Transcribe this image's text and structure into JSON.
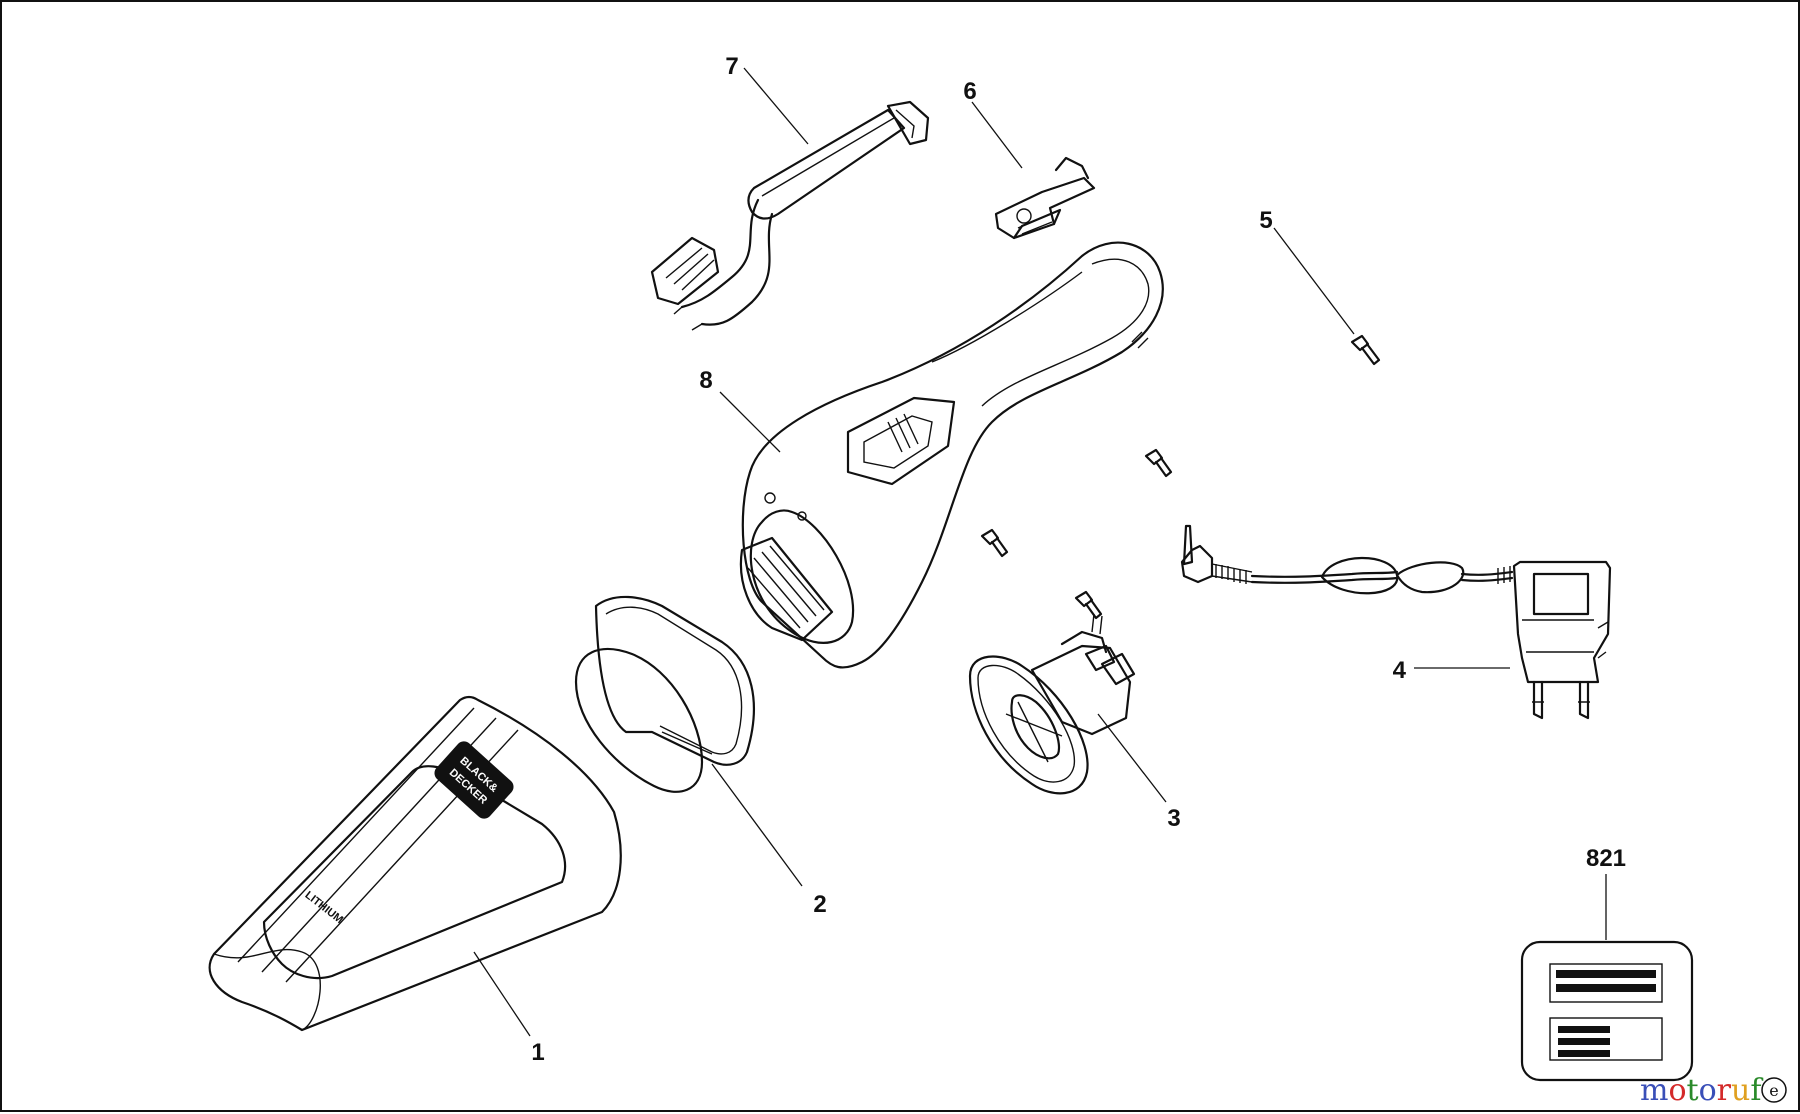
{
  "diagram": {
    "part_labels": [
      {
        "id": "1",
        "text": "1"
      },
      {
        "id": "2",
        "text": "2"
      },
      {
        "id": "3",
        "text": "3"
      },
      {
        "id": "4",
        "text": "4"
      },
      {
        "id": "5",
        "text": "5"
      },
      {
        "id": "6",
        "text": "6"
      },
      {
        "id": "7",
        "text": "7"
      },
      {
        "id": "8",
        "text": "8"
      },
      {
        "id": "821",
        "text": "821"
      }
    ],
    "product_text": {
      "brand_line1": "BLACK&",
      "brand_line2": "DECKER",
      "battery_label": "LITHIUM"
    },
    "watermark": {
      "letters": [
        "m",
        "o",
        "t",
        "o",
        "r",
        "u",
        "f"
      ],
      "colors": [
        "#3a4fb8",
        "#d42a2a",
        "#2a8a2a",
        "#3a4fb8",
        "#d42a2a",
        "#e0a020",
        "#2a8a2a"
      ],
      "suffix": "e"
    }
  }
}
